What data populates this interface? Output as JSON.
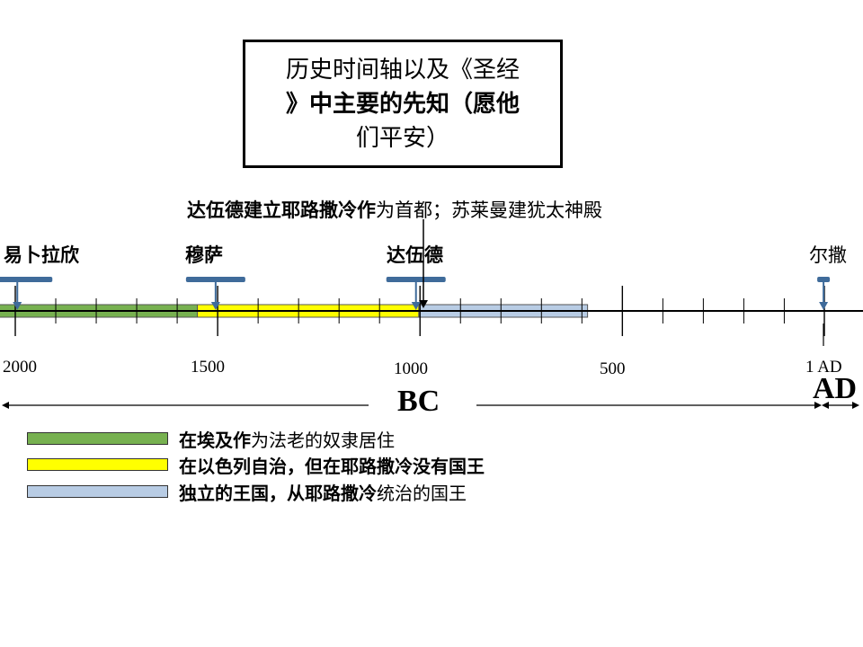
{
  "title": {
    "line1": "历史时间轴以及《圣经",
    "line2": "》中主要的先知（愿他",
    "line3": "们平安）"
  },
  "top_note": {
    "bold_part": "达伍德建立耶路撒冷作",
    "plain_part": "为首都；苏莱曼建犹太神殿"
  },
  "prophets": [
    {
      "name": "易卜拉欣",
      "year": 1995
    },
    {
      "name": "穆萨",
      "year": 1505
    },
    {
      "name": "达伍德",
      "year": 1010
    },
    {
      "name": "尔撒",
      "year": 3
    }
  ],
  "axis": {
    "labels": [
      "2000",
      "1500",
      "1000",
      "500",
      "1 AD"
    ],
    "era_bc": "BC",
    "era_ad": "AD"
  },
  "periods": [
    {
      "label_bold": "在埃及作",
      "label_plain": "为法老的奴隶居住",
      "start": 2060,
      "end": 1550,
      "color": "#77b150"
    },
    {
      "label_bold": "在以色列自治，但在耶路撒冷没有国王",
      "label_plain": "",
      "start": 1550,
      "end": 1003,
      "color": "#ffff00"
    },
    {
      "label_bold": "独立的王国，从耶路撒冷",
      "label_plain": "统治的国王",
      "start": 1003,
      "end": 586,
      "color": "#b8cce4"
    }
  ],
  "marker_color": "#3f6b9a"
}
